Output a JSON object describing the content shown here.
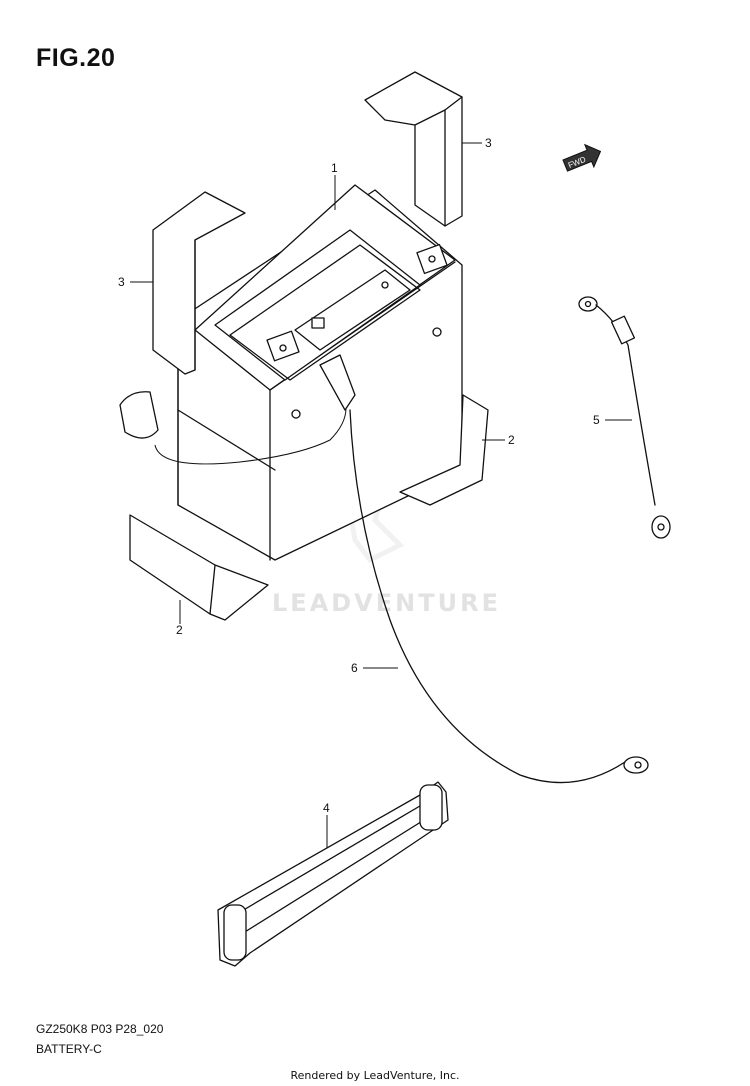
{
  "figure": {
    "title": "FIG.20",
    "model_code": "GZ250K8 P03 P28_020",
    "section_name": "BATTERY-C"
  },
  "direction_marker": {
    "label": "FWD",
    "icon": "forward-arrow-icon"
  },
  "watermark": {
    "text": "LEADVENTURE",
    "logo": "leadventure-logo"
  },
  "callouts": [
    {
      "number": "1",
      "part": "battery"
    },
    {
      "number": "2",
      "part": "battery-pad"
    },
    {
      "number": "2",
      "part": "battery-pad"
    },
    {
      "number": "3",
      "part": "battery-cushion"
    },
    {
      "number": "3",
      "part": "battery-cushion"
    },
    {
      "number": "4",
      "part": "battery-band"
    },
    {
      "number": "5",
      "part": "battery-lead-wire"
    },
    {
      "number": "6",
      "part": "battery-lead-wire"
    }
  ],
  "footer": {
    "text": "Rendered by LeadVenture, Inc."
  }
}
